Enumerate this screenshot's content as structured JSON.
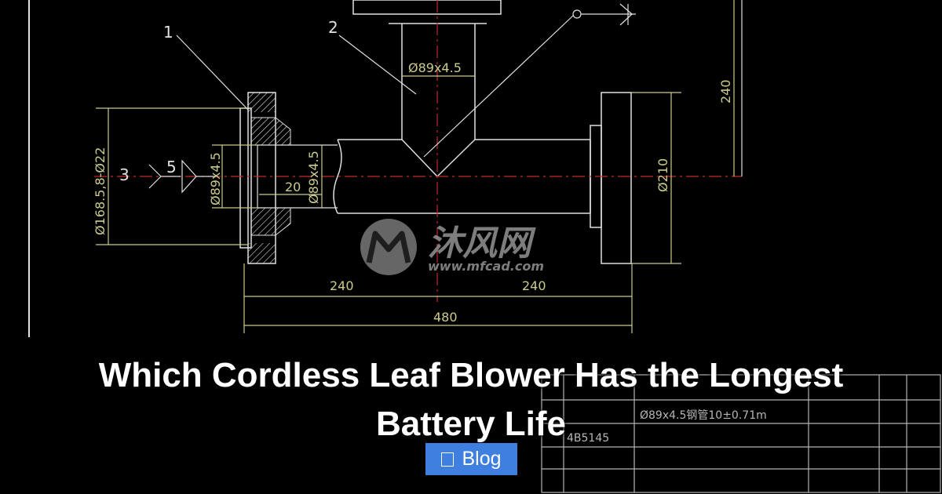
{
  "drawing": {
    "labels": {
      "part1": "1",
      "part2": "2",
      "part3": "3",
      "part5": "5",
      "pipe_dia_top": "Ø89x4.5",
      "pipe_dia_inner": "Ø89x4.5",
      "pipe_dia_left": "Ø89x4.5",
      "flange_dia": "Ø168.5,8-Ø22",
      "right_dia": "Ø210",
      "dim_20": "20",
      "dim_240_top": "240",
      "dim_240_left": "240",
      "dim_240_right": "240",
      "dim_480": "480",
      "table_row_pipe": "Ø89x4.5钢管10±0.71m",
      "table_row_std": "4B5145"
    },
    "watermark": {
      "brand_cn": "沐风网",
      "url": "www.mfcad.com"
    }
  },
  "headline": "Which Cordless Leaf Blower Has the Longest Battery Life",
  "category_badge": {
    "icon": "folder-icon",
    "label": "Blog",
    "color": "#3f7fe0"
  }
}
